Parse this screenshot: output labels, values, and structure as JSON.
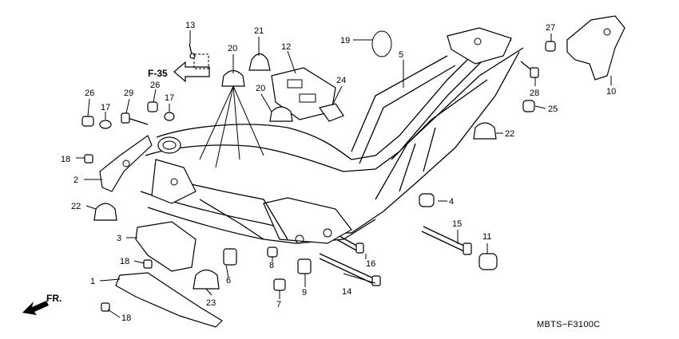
{
  "diagram": {
    "drawing_code": "MBTS−F3100C",
    "reference_label": "F-35",
    "forward_label": "FR.",
    "callouts": [
      {
        "key": "c1",
        "label": "1"
      },
      {
        "key": "c2",
        "label": "2"
      },
      {
        "key": "c3",
        "label": "3"
      },
      {
        "key": "c4",
        "label": "4"
      },
      {
        "key": "c5",
        "label": "5"
      },
      {
        "key": "c6",
        "label": "6"
      },
      {
        "key": "c7",
        "label": "7"
      },
      {
        "key": "c8",
        "label": "8"
      },
      {
        "key": "c9",
        "label": "9"
      },
      {
        "key": "c10",
        "label": "10"
      },
      {
        "key": "c11",
        "label": "11"
      },
      {
        "key": "c12",
        "label": "12"
      },
      {
        "key": "c13",
        "label": "13"
      },
      {
        "key": "c14",
        "label": "14"
      },
      {
        "key": "c15",
        "label": "15"
      },
      {
        "key": "c16",
        "label": "16"
      },
      {
        "key": "c17a",
        "label": "17"
      },
      {
        "key": "c17b",
        "label": "17"
      },
      {
        "key": "c18a",
        "label": "18"
      },
      {
        "key": "c18b",
        "label": "18"
      },
      {
        "key": "c18c",
        "label": "18"
      },
      {
        "key": "c19",
        "label": "19"
      },
      {
        "key": "c20a",
        "label": "20"
      },
      {
        "key": "c20b",
        "label": "20"
      },
      {
        "key": "c21",
        "label": "21"
      },
      {
        "key": "c22a",
        "label": "22"
      },
      {
        "key": "c22b",
        "label": "22"
      },
      {
        "key": "c23",
        "label": "23"
      },
      {
        "key": "c24",
        "label": "24"
      },
      {
        "key": "c25",
        "label": "25"
      },
      {
        "key": "c26a",
        "label": "26"
      },
      {
        "key": "c26b",
        "label": "26"
      },
      {
        "key": "c27",
        "label": "27"
      },
      {
        "key": "c28",
        "label": "28"
      },
      {
        "key": "c29",
        "label": "29"
      }
    ]
  }
}
